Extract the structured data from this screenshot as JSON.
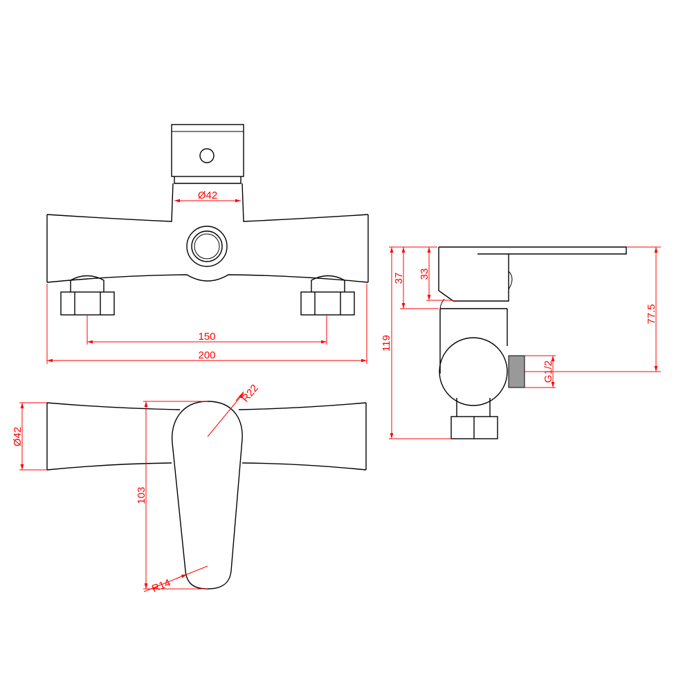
{
  "drawing": {
    "colors": {
      "outline": "#000000",
      "dimension": "#ff0000"
    },
    "top_view": {
      "bore_diameter": "Ø42",
      "center_distance": "150",
      "overall_width": "200"
    },
    "side_view": {
      "handle_height": "37",
      "cap_height": "33",
      "overall_height": "119",
      "outlet_height": "77.5",
      "thread": "G1/2"
    },
    "front_view": {
      "body_diameter": "Ø42",
      "handle_length": "103",
      "top_radius": "R22",
      "bottom_radius": "R14"
    }
  }
}
